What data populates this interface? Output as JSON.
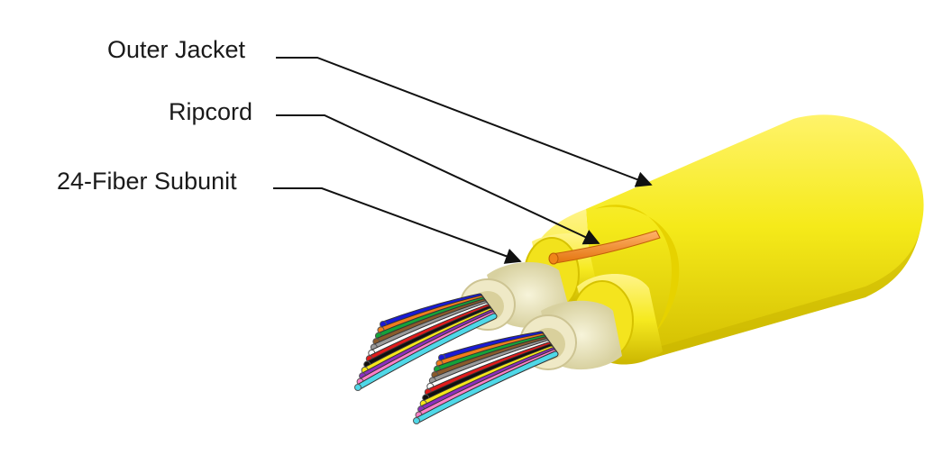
{
  "labels": {
    "outer_jacket": "Outer Jacket",
    "ripcord": "Ripcord",
    "subunit": "24-Fiber Subunit"
  },
  "colors": {
    "jacket": "#f5ea1a",
    "jacket_shadow": "#d9c400",
    "ripcord": "#f08a1c",
    "yarn": "#ece7c2",
    "leader_line": "#111111"
  },
  "fiber_colors": [
    "#1a1ad6",
    "#f07c1c",
    "#14a33a",
    "#8a5a2b",
    "#9a9a9a",
    "#ffffff",
    "#e01b1b",
    "#111111",
    "#f5e61a",
    "#8b2fbf",
    "#ff7fc8",
    "#4fd8e8"
  ]
}
